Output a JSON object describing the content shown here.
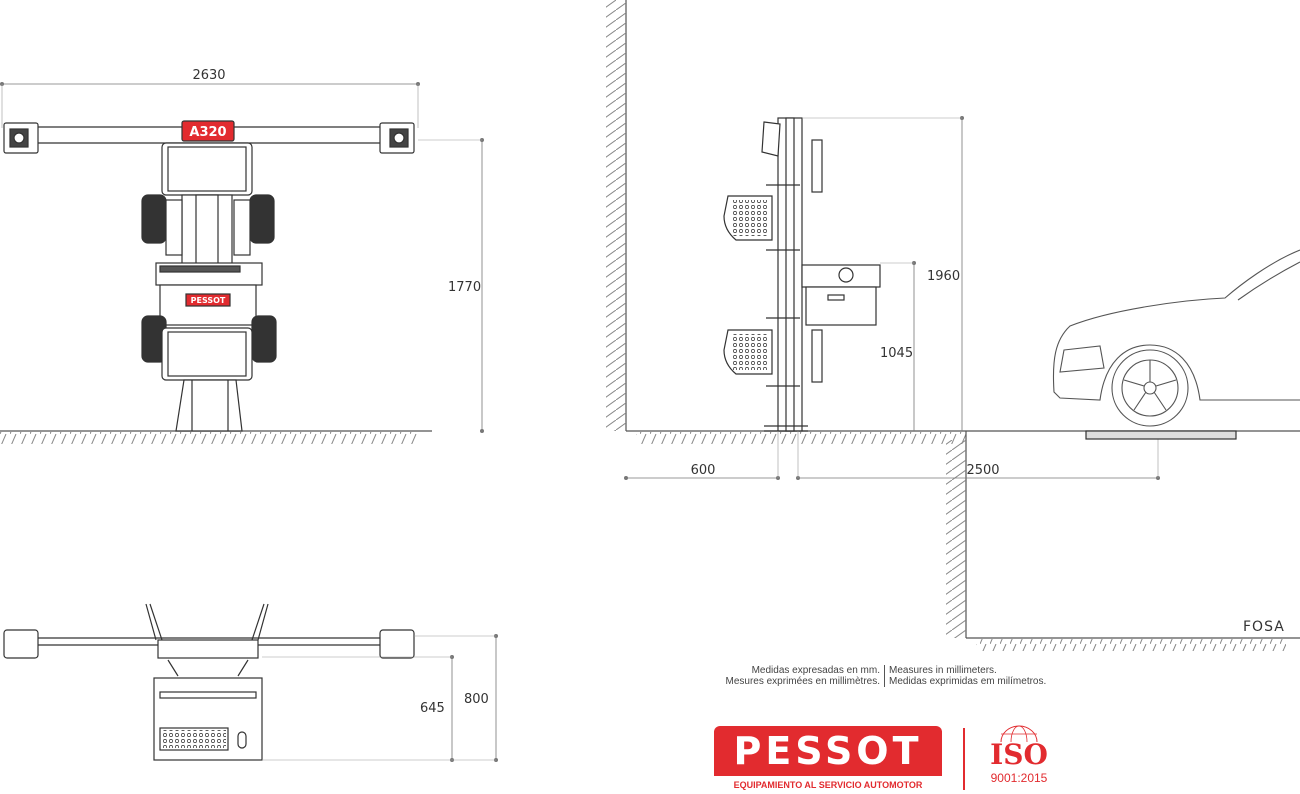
{
  "dimensions": {
    "front_width": "2630",
    "front_height": "1770",
    "side_height_total": "1960",
    "side_height_table": "1045",
    "side_depth": "600",
    "side_distance": "2500",
    "top_height_a": "645",
    "top_height_b": "800"
  },
  "labels": {
    "model": "A320",
    "brand_plate": "PESSOT",
    "pit": "FOSA"
  },
  "notes": {
    "es": "Medidas expresadas en mm.",
    "en": "Measures in millimeters.",
    "fr": "Mesures exprimées en millimètres.",
    "pt": "Medidas exprimidas em milímetros."
  },
  "logo": {
    "brand": "PESSOT",
    "tagline": "EQUIPAMIENTO AL SERVICIO AUTOMOTOR"
  },
  "iso": {
    "word": "ISO",
    "code": "9001:2015"
  },
  "colors": {
    "brand_red": "#e22b2f",
    "line": "#555555"
  }
}
